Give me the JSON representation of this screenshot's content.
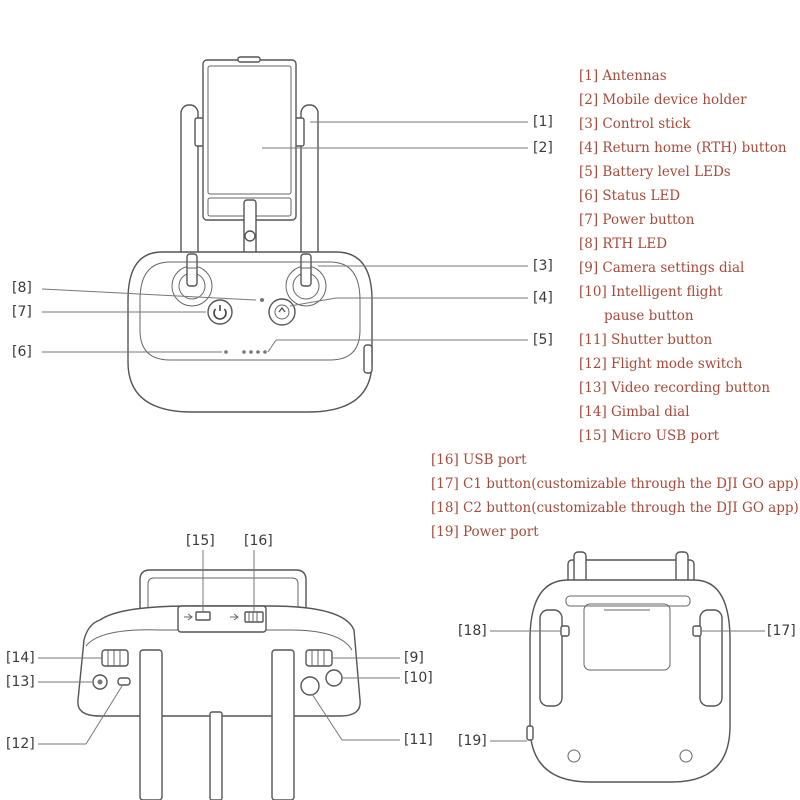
{
  "legend": [
    {
      "num": "[1]",
      "text": "Antennas"
    },
    {
      "num": "[2]",
      "text": "Mobile device holder"
    },
    {
      "num": "[3]",
      "text": "Control stick"
    },
    {
      "num": "[4]",
      "text": "Return home (RTH) button"
    },
    {
      "num": "[5]",
      "text": "Battery level LEDs"
    },
    {
      "num": "[6]",
      "text": "Status LED"
    },
    {
      "num": "[7]",
      "text": "Power button"
    },
    {
      "num": "[8]",
      "text": "RTH LED"
    },
    {
      "num": "[9]",
      "text": "Camera settings dial"
    },
    {
      "num": "[10]",
      "text": "Intelligent flight"
    },
    {
      "num": "",
      "text": "pause button"
    },
    {
      "num": "[11]",
      "text": "Shutter button"
    },
    {
      "num": "[12]",
      "text": "Flight mode switch"
    },
    {
      "num": "[13]",
      "text": "Video recording button"
    },
    {
      "num": "[14]",
      "text": "Gimbal dial"
    },
    {
      "num": "[15]",
      "text": "Micro USB port"
    },
    {
      "num": "[16]",
      "text": "USB port"
    },
    {
      "num": "[17]",
      "text": "C1 button(customizable through the DJI GO app)"
    },
    {
      "num": "[18]",
      "text": "C2 button(customizable through the DJI GO app)"
    },
    {
      "num": "[19]",
      "text": "Power port"
    }
  ],
  "tags": {
    "front": [
      "[1]",
      "[2]",
      "[3]",
      "[4]",
      "[5]",
      "[6]",
      "[7]",
      "[8]"
    ],
    "top": [
      "[15]",
      "[16]",
      "[14]",
      "[13]",
      "[12]",
      "[9]",
      "[10]",
      "[11]"
    ],
    "back": [
      "[18]",
      "[17]",
      "[19]"
    ]
  },
  "colors": {
    "legend_text": "#a64b3a",
    "line_art": "#555555",
    "tag_text": "#3a3a3a"
  },
  "icons": [
    "power-icon",
    "rth-icon",
    "usb-icon"
  ]
}
